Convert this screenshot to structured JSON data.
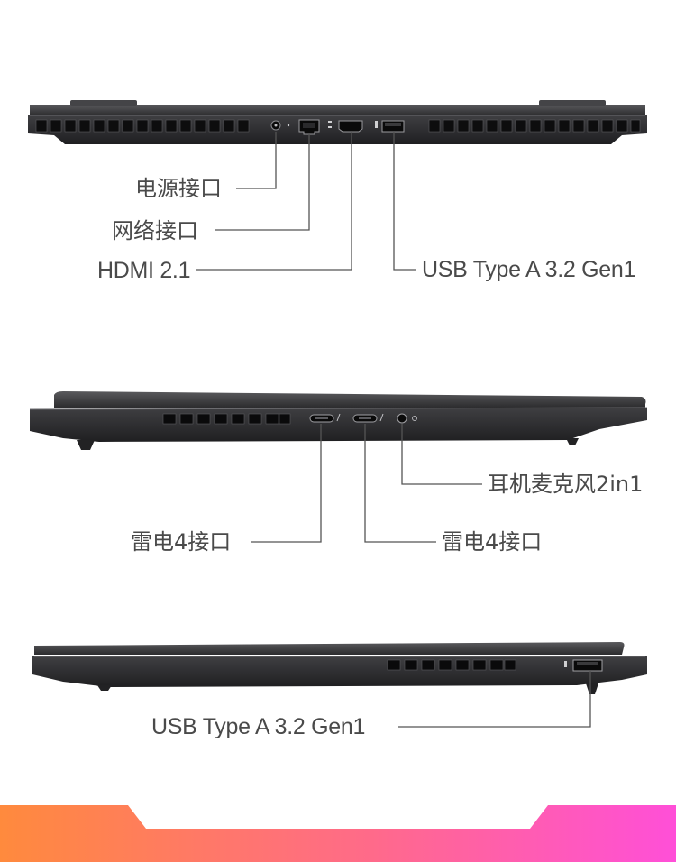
{
  "rear_view": {
    "labels": {
      "power_port": "电源接口",
      "network_port": "网络接口",
      "hdmi_port": "HDMI 2.1",
      "usb_a_port": "USB Type A 3.2 Gen1"
    }
  },
  "left_view": {
    "labels": {
      "thunderbolt_port_1": "雷电4接口",
      "thunderbolt_port_2": "雷电4接口",
      "audio_jack": "耳机麦克风2in1"
    }
  },
  "right_view": {
    "labels": {
      "usb_a_port": "USB Type A 3.2 Gen1"
    }
  },
  "colors": {
    "laptop_body": "#3a3a3c",
    "laptop_dark": "#1e1e20",
    "leader_line": "#555555",
    "label_text": "#4a4a4a",
    "banner_start": "#ff8a3d",
    "banner_end": "#ff4fd8"
  }
}
